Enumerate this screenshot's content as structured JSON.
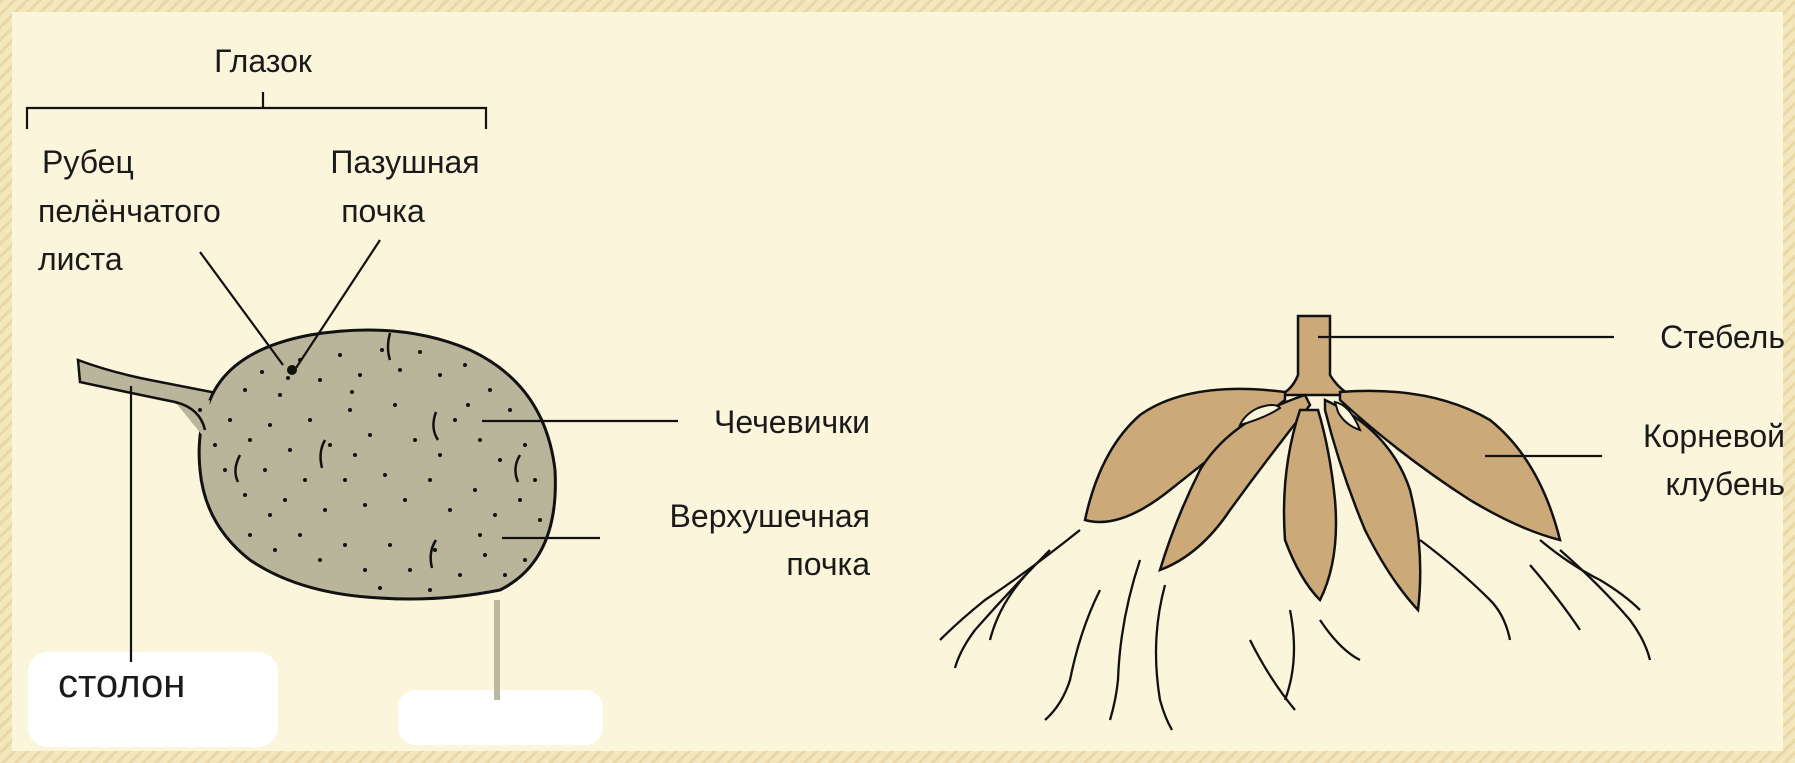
{
  "tuber_diagram": {
    "labels": {
      "eye": "Глазок",
      "leaf_scar_1": "Рубец",
      "leaf_scar_2": "пелёнчатого",
      "leaf_scar_3": "листа",
      "axillary_bud_1": "Пазушная",
      "axillary_bud_2": "почка",
      "lenticels": "Чечевички",
      "apical_bud_1": "Верхушечная",
      "apical_bud_2": "почка",
      "stolon": "столон"
    }
  },
  "root_tuber_diagram": {
    "labels": {
      "stem": "Стебель",
      "root_tuber_1": "Корневой",
      "root_tuber_2": "клубень"
    }
  },
  "colors": {
    "background": "#f3e7bd",
    "panel": "#fbf5dc",
    "tuber_fill": "#b9b59a",
    "root_tuber_fill": "#cba978",
    "outline": "#111111"
  }
}
